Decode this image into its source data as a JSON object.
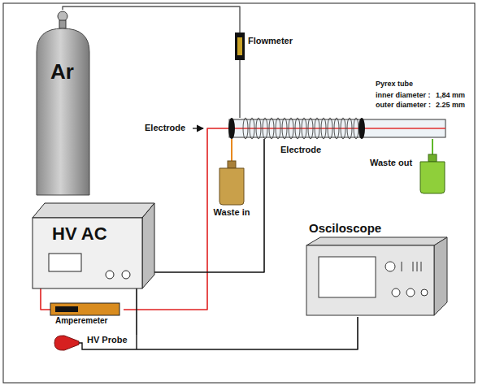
{
  "diagram": {
    "nodes": [
      {
        "text": [
          "Ar"
        ]
      },
      {
        "text": [
          "Flowmeter"
        ]
      },
      {
        "text": [
          "Pyrex tube"
        ]
      },
      {
        "text": [
          "Waste in"
        ]
      },
      {
        "text": [
          "Waste out"
        ]
      },
      {
        "text": [
          "HV AC"
        ]
      },
      {
        "text": [
          "Osciloscope"
        ]
      },
      {
        "text": [
          "Amperemeter"
        ]
      },
      {
        "text": [
          "HV Probe"
        ]
      }
    ],
    "edges": [
      {
        "from": 0,
        "to": 1,
        "arrow": "none"
      },
      {
        "from": 1,
        "to": 2,
        "arrow": "none"
      },
      {
        "from": 5,
        "to": 7,
        "arrow": "none"
      },
      {
        "from": 7,
        "to": 2,
        "arrow": "none"
      },
      {
        "from": 5,
        "to": 2,
        "arrow": "none"
      },
      {
        "from": 5,
        "to": 8,
        "arrow": "none"
      },
      {
        "from": 8,
        "to": 6,
        "arrow": "none"
      },
      {
        "from": 3,
        "to": 2,
        "arrow": "none"
      },
      {
        "from": 2,
        "to": 4,
        "arrow": "none"
      }
    ],
    "labels": [
      "inner diameter :",
      "1,84 mm",
      "outer diameter :",
      "2.25 mm",
      "Electrode",
      "Electrode"
    ]
  }
}
